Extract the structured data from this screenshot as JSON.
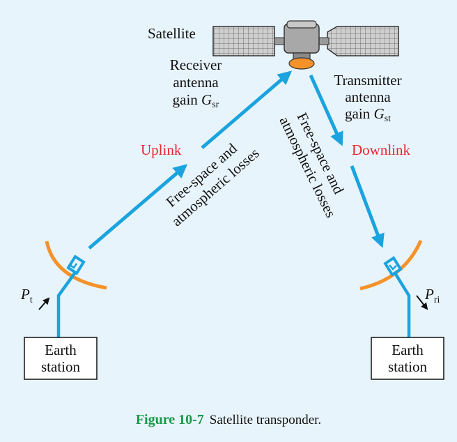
{
  "satellite": {
    "label": "Satellite",
    "receiver_line1": "Receiver",
    "receiver_line2": "antenna",
    "receiver_gain_prefix": "gain ",
    "receiver_gain_symbol": "G",
    "receiver_gain_sub": "sr",
    "transmitter_line1": "Transmitter",
    "transmitter_line2": "antenna",
    "transmitter_gain_prefix": "gain ",
    "transmitter_gain_symbol": "G",
    "transmitter_gain_sub": "st"
  },
  "uplink": {
    "label": "Uplink",
    "loss_line1": "Free-space and",
    "loss_line2": "atmospheric losses"
  },
  "downlink": {
    "label": "Downlink",
    "loss_line1": "Free-space and",
    "loss_line2": "atmospheric losses"
  },
  "left_station": {
    "power_symbol": "P",
    "power_sub": "t",
    "line1": "Earth",
    "line2": "station"
  },
  "right_station": {
    "power_symbol": "P",
    "power_sub": "ri",
    "line1": "Earth",
    "line2": "station"
  },
  "caption": {
    "number": "Figure 10-7",
    "text": "Satellite transponder."
  },
  "colors": {
    "background": "#e8f4fb",
    "link": "#1aa3df",
    "dish": "#f5922a",
    "highlight": "#e8262f",
    "caption_number": "#1a9a49"
  }
}
